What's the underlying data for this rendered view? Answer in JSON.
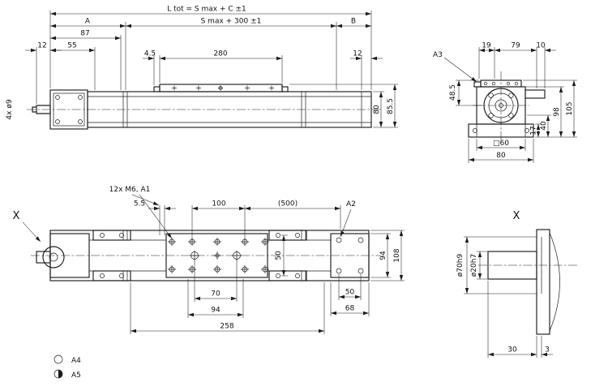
{
  "colors": {
    "line": "#1c1c1c",
    "background": "#ffffff"
  },
  "side_view": {
    "ltot": "L tot =  S max +  C  ±1",
    "seg_a": "A",
    "smax": "S max + 300  ±1",
    "seg_b": "B",
    "d87": "87",
    "d12_left": "12",
    "d55": "55",
    "d45": "4.5",
    "d280": "280",
    "d12_right": "12",
    "d4xd9": "4x ø9",
    "d80": "80",
    "d855": "85.5"
  },
  "end_view": {
    "a3": "A3",
    "d19": "19",
    "d79": "79",
    "d10": "10",
    "d485": "48.5",
    "d98": "98",
    "d105": "105",
    "d40": "40",
    "d17": "17",
    "dsq60": "□60",
    "d80": "80"
  },
  "top_view": {
    "m6": "12x M6, A1",
    "d55": "5.5",
    "d100": "100",
    "d500": "(500)",
    "a2": "A2",
    "view_x": "X",
    "d50_mid": "50",
    "d94_right": "94",
    "d108": "108",
    "d70": "70",
    "d94_bottom": "94",
    "d258": "258",
    "d50_bottom": "50",
    "d68": "68"
  },
  "detail_view": {
    "title": "X",
    "d70h9": "ø70h9",
    "d20h7": "ø20h7",
    "d30": "30",
    "d3": "3"
  },
  "legend": {
    "a4": "A4",
    "a5": "A5"
  }
}
